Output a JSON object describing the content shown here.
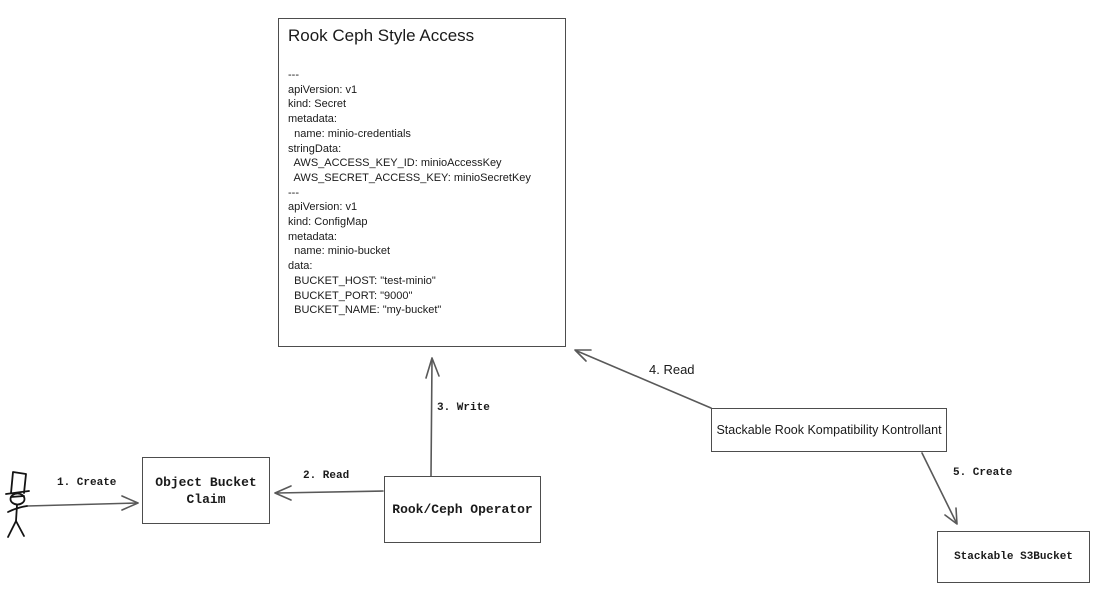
{
  "colors": {
    "background": "#ffffff",
    "border": "#4d4d4d",
    "line": "#595959",
    "actor": "#141414",
    "text": "#1a1a1a"
  },
  "diagram": {
    "main_box": {
      "title": "Rook Ceph Style Access",
      "yaml_lines": [
        "---",
        "apiVersion: v1",
        "kind: Secret",
        "metadata:",
        "  name: minio-credentials",
        "stringData:",
        "  AWS_ACCESS_KEY_ID: minioAccessKey",
        "  AWS_SECRET_ACCESS_KEY: minioSecretKey",
        "---",
        "apiVersion: v1",
        "kind: ConfigMap",
        "metadata:",
        "  name: minio-bucket",
        "data:",
        "  BUCKET_HOST: \"test-minio\"",
        "  BUCKET_PORT: \"9000\"",
        "  BUCKET_NAME: \"my-bucket\""
      ]
    },
    "nodes": {
      "object_bucket_claim": {
        "label": "Object Bucket Claim"
      },
      "rook_ceph_operator": {
        "label": "Rook/Ceph Operator"
      },
      "stackable_kontrollant": {
        "label": "Stackable Rook Kompatibility Kontrollant"
      },
      "stackable_s3bucket": {
        "label": "Stackable S3Bucket"
      }
    },
    "edges": {
      "create_obc": {
        "label": "1. Create"
      },
      "read_obc": {
        "label": "2. Read"
      },
      "write_configmap": {
        "label": "3. Write"
      },
      "read_configmap": {
        "label": "4. Read"
      },
      "create_s3bucket": {
        "label": "5. Create"
      }
    }
  }
}
